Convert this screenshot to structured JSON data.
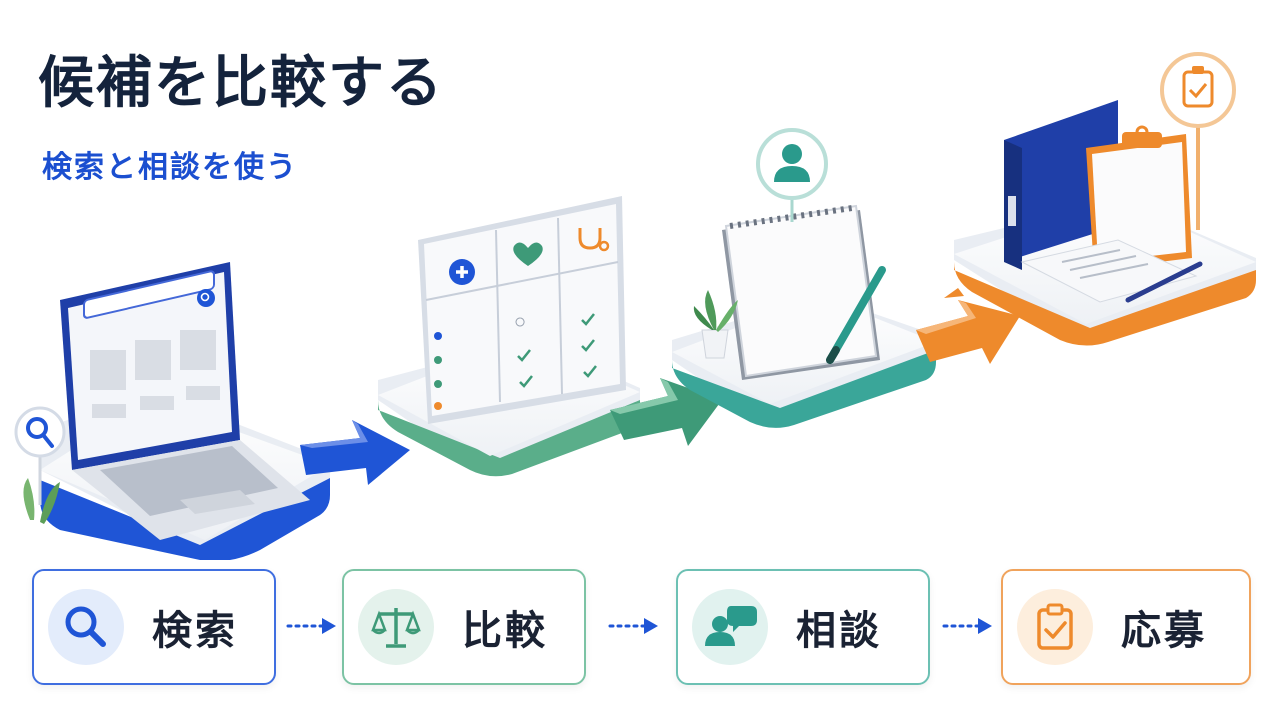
{
  "header": {
    "title": "候補を比較する",
    "subtitle": "検索と相談を使う"
  },
  "steps": [
    {
      "label": "検索",
      "icon": "magnifier-icon",
      "color": "#1f55d6",
      "tint": "#e3ecfb"
    },
    {
      "label": "比較",
      "icon": "balance-scale-icon",
      "color": "#3e9a78",
      "tint": "#e4f2ec"
    },
    {
      "label": "相談",
      "icon": "chat-person-icon",
      "color": "#2a9a8c",
      "tint": "#e1f2ef"
    },
    {
      "label": "応募",
      "icon": "clipboard-check-icon",
      "color": "#ee8a2c",
      "tint": "#fdeedd"
    }
  ]
}
